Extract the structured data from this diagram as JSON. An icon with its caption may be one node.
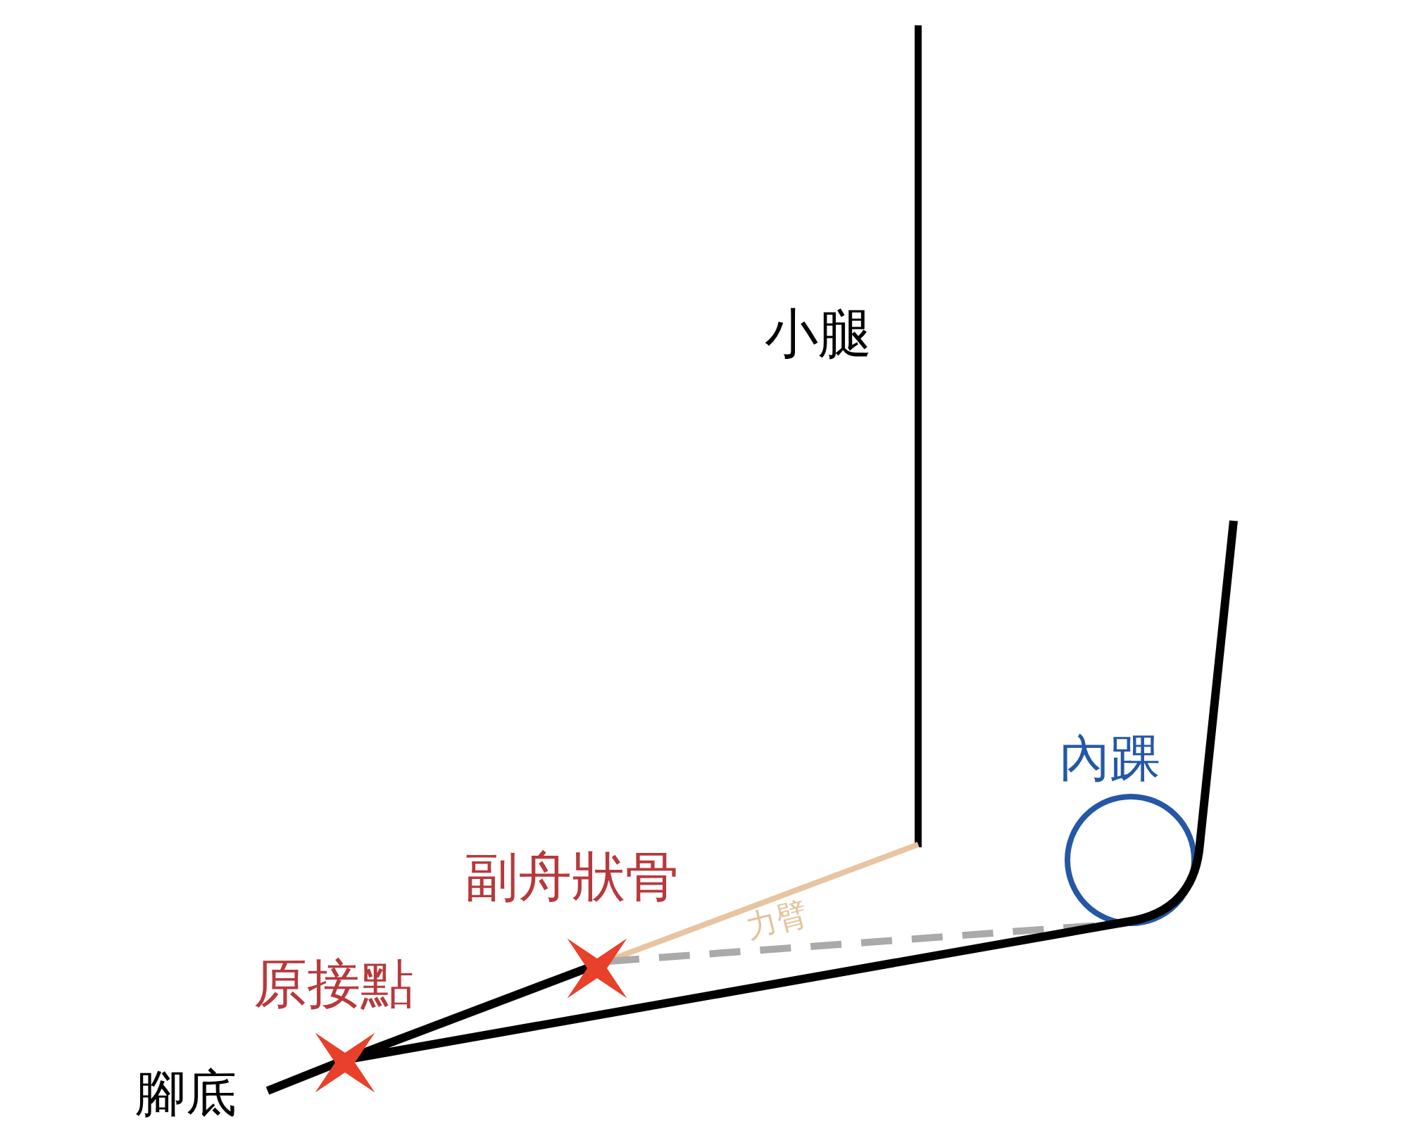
{
  "diagram": {
    "labels": [
      "小腿",
      "內踝",
      "副舟狀骨",
      "力臂",
      "原接點",
      "腳底"
    ]
  }
}
